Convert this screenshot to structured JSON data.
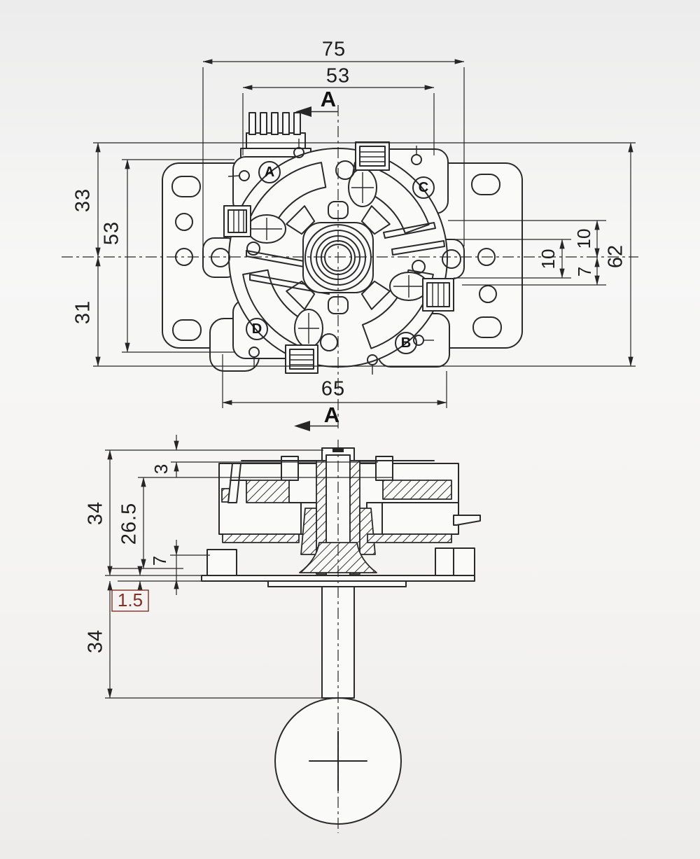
{
  "title": "joystick-technical-drawing",
  "section": {
    "label_top": "A",
    "label_bottom": "A"
  },
  "top_view": {
    "dimensions": {
      "overall_width": "75",
      "inner_width": "53",
      "body_width": "65",
      "upper_height": "33",
      "plate_height": "53",
      "lower_height": "31",
      "hole_offset_inner": "10",
      "hole_offset_upper": "10",
      "hole_offset_lower": "7",
      "overall_height": "62"
    },
    "switch_labels": {
      "a": "A",
      "b": "B",
      "c": "C",
      "d": "D"
    }
  },
  "side_view": {
    "dimensions": {
      "upper_height": "34",
      "top_clearance": "3",
      "body_height": "26.5",
      "base_height": "7",
      "plate_thickness": "1.5",
      "shaft_length": "34"
    }
  },
  "colors": {
    "line": "#2a2a2a",
    "dimension": "#262626",
    "accent_red": "#7e3124",
    "paper": "#f4f3f1"
  }
}
